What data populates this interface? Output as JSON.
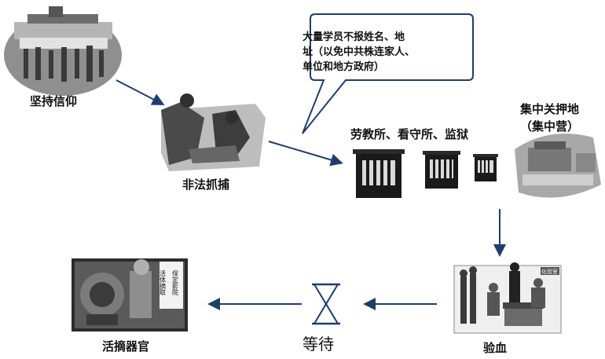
{
  "nodes": {
    "persist": "坚持信仰",
    "arrest": "非法抓捕",
    "prisons": "劳教所、看守所、监狱",
    "camp_line1": "集中关押地",
    "camp_line2": "（集中营）",
    "blood": "验血",
    "wait": "等待",
    "harvest": "活摘器官"
  },
  "callout": {
    "line1": "大量学员不报姓名、地",
    "line2": "址（以免中共株连家人、",
    "line3": "单位和地方政府）"
  },
  "poster_text": {
    "left": "活体摘取",
    "right": "保定影院"
  },
  "blood_sign": "化验室",
  "colors": {
    "arrow": "#1f3d6b",
    "text": "#111111"
  }
}
